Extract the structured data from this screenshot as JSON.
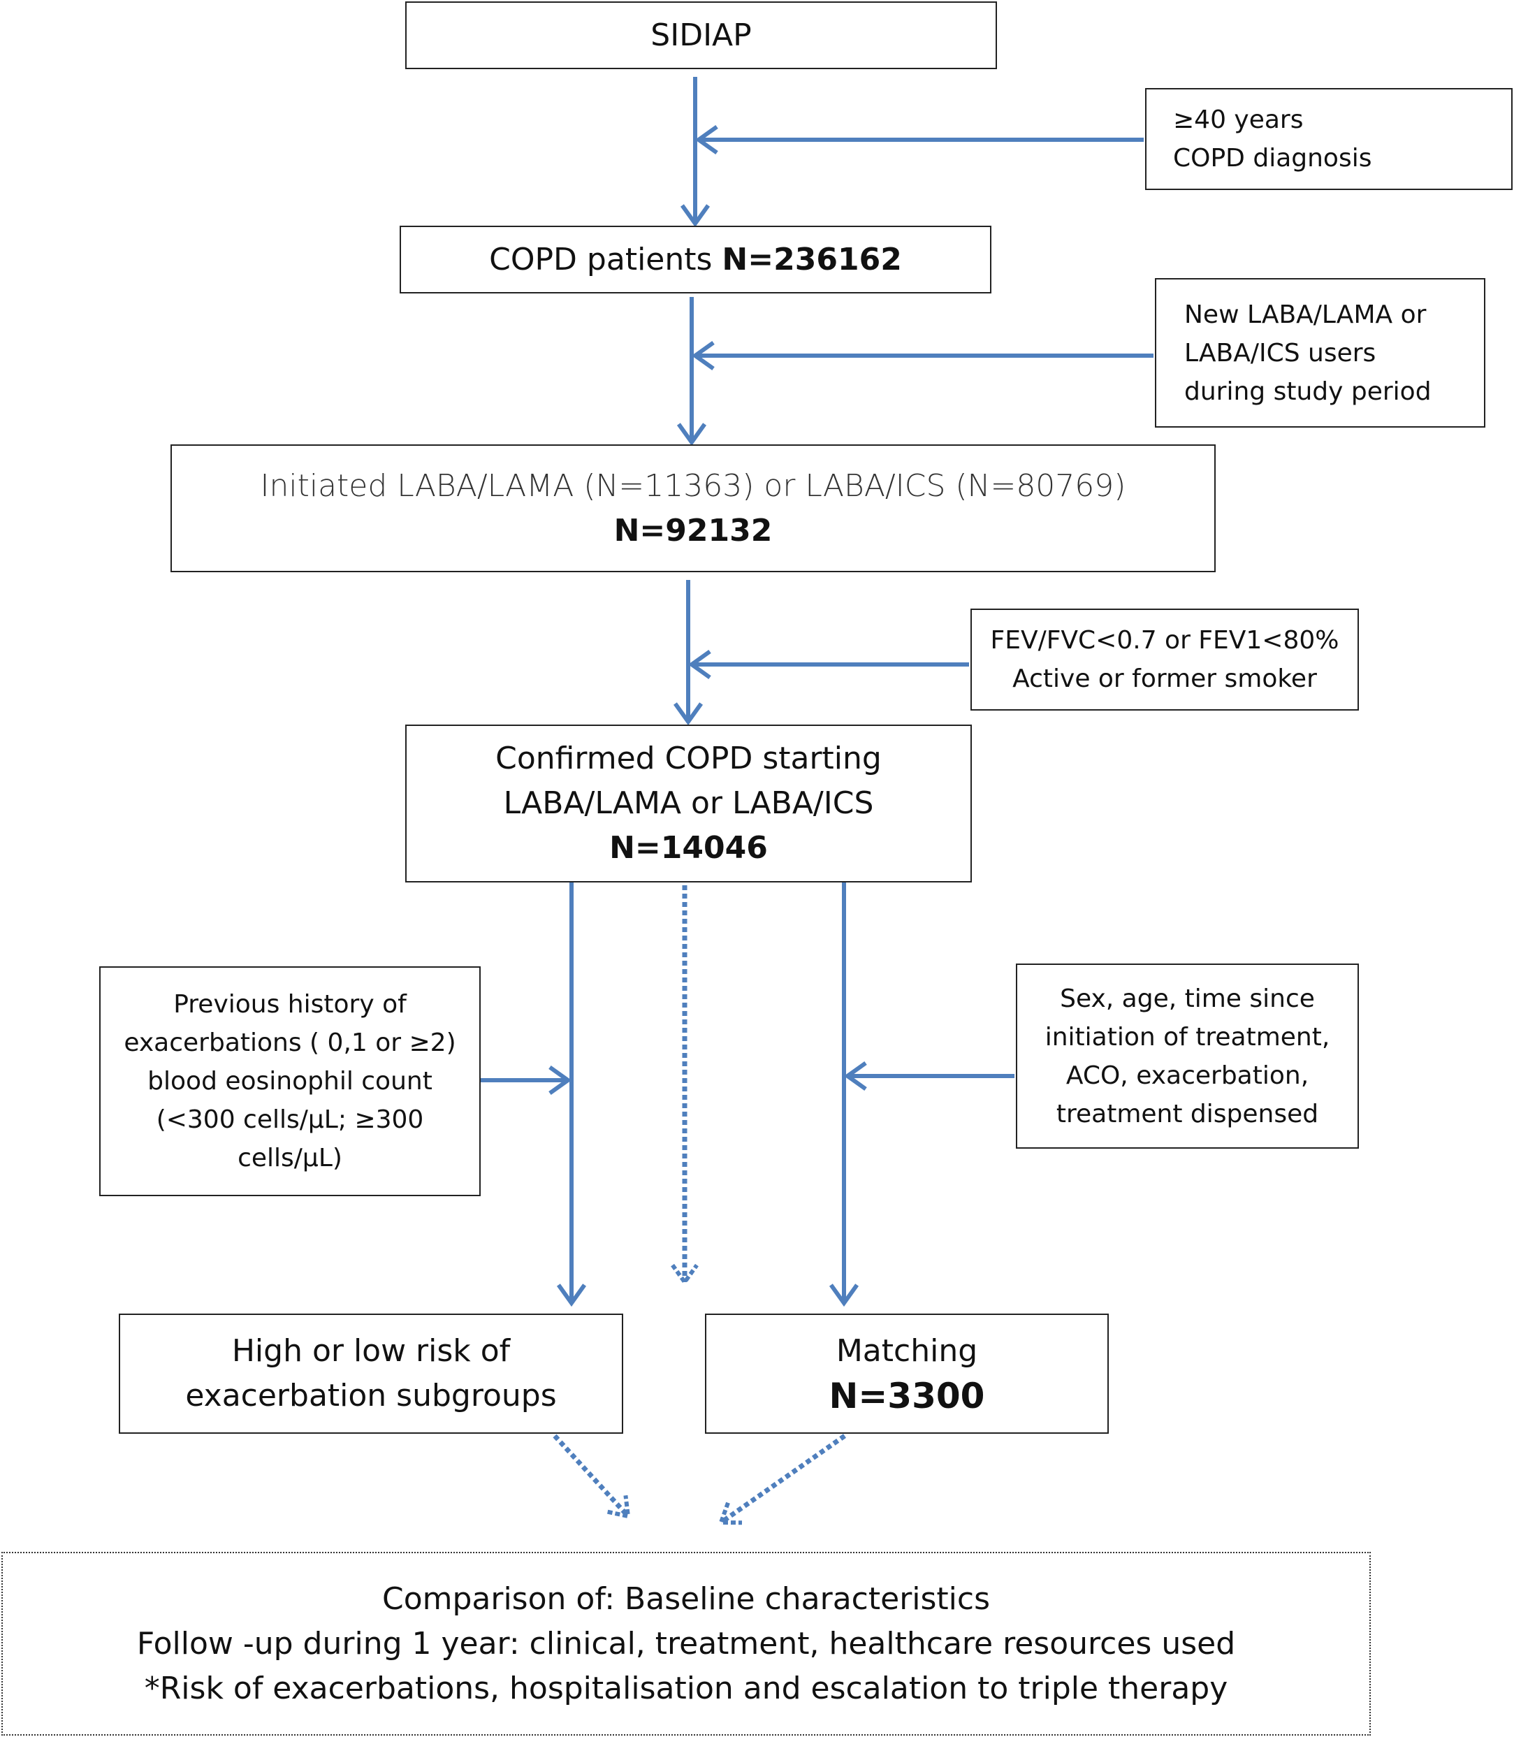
{
  "colors": {
    "arrow": "#4f7fbd",
    "border": "#222222"
  },
  "boxes": {
    "sidiap": {
      "text": "SIDIAP"
    },
    "criteria_age": {
      "line1": "≥40 years",
      "line2": "COPD diagnosis"
    },
    "copd_patients": {
      "label": "COPD patients ",
      "count": "N=236162"
    },
    "criteria_new_users": {
      "line1": "New LABA/LAMA or",
      "line2": "LABA/ICS users",
      "line3": "during study period"
    },
    "initiated": {
      "line1": "Initiated LABA/LAMA (N=11363) or LABA/ICS (N=80769)",
      "count": "N=92132"
    },
    "criteria_spirometry": {
      "line1": "FEV/FVC<0.7 or FEV1<80%",
      "line2": "Active or former smoker"
    },
    "confirmed": {
      "line1": "Confirmed COPD starting",
      "line2": "LABA/LAMA or LABA/ICS",
      "count": "N=14046"
    },
    "stratification": {
      "line1": "Previous history of",
      "line2": "exacerbations ( 0,1 or ≥2)",
      "line3": "blood eosinophil count",
      "line4": "(<300 cells/µL; ≥300",
      "line5": "cells/µL)"
    },
    "matching_vars": {
      "line1": "Sex, age, time since",
      "line2": "initiation of treatment,",
      "line3": "ACO, exacerbation,",
      "line4": "treatment dispensed"
    },
    "risk_subgroups": {
      "line1": "High or low risk of",
      "line2": "exacerbation subgroups"
    },
    "matching": {
      "line1": "Matching",
      "count": "N=3300"
    },
    "comparison": {
      "line1": "Comparison of: Baseline characteristics",
      "line2": "Follow -up during 1 year: clinical, treatment, healthcare resources used",
      "line3": "*Risk of exacerbations, hospitalisation and escalation to triple therapy"
    }
  }
}
